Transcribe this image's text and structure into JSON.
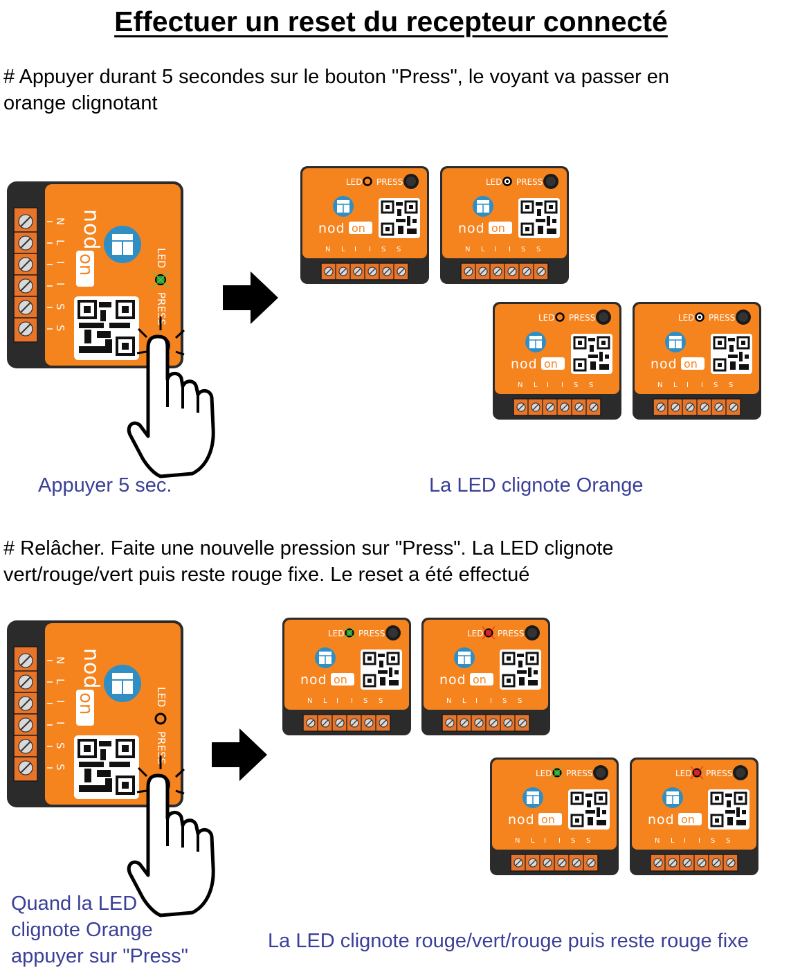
{
  "title": "Effectuer un reset du recepteur connecté",
  "step1": {
    "instruction": "# Appuyer durant 5 secondes sur le bouton \"Press\", le voyant va passer en orange clignotant",
    "instruction_line1": "# Appuyer durant 5 secondes sur le bouton \"Press\", le voyant va passer en",
    "instruction_line2": "orange clignotant",
    "caption_left": "Appuyer 5 sec.",
    "caption_right": "La LED clignote Orange"
  },
  "step2": {
    "instruction_line1": "# Relâcher. Faite une nouvelle pression sur \"Press\". La LED clignote",
    "instruction_line2": "vert/rouge/vert  puis reste rouge fixe. Le reset a été effectué",
    "caption_left_line1": "Quand la LED",
    "caption_left_line2": "clignote Orange",
    "caption_left_line3": "appuyer sur \"Press\"",
    "caption_right": "La LED clignote rouge/vert/rouge puis reste rouge fixe"
  },
  "device": {
    "brand": "nodon",
    "led_label": "LED",
    "press_label": "PRESS",
    "terminals": [
      "N",
      "L",
      "I▴",
      "I▾",
      "S▴",
      "S▾"
    ]
  },
  "colors": {
    "device_orange": "#f5841f",
    "device_dark": "#2b2b2b",
    "terminal_orange": "#e8742a",
    "blind_icon_blue": "#2f8fc4",
    "caption_blue": "#3a3f97",
    "led_green": "#1aa33a",
    "led_red": "#d8232a"
  }
}
